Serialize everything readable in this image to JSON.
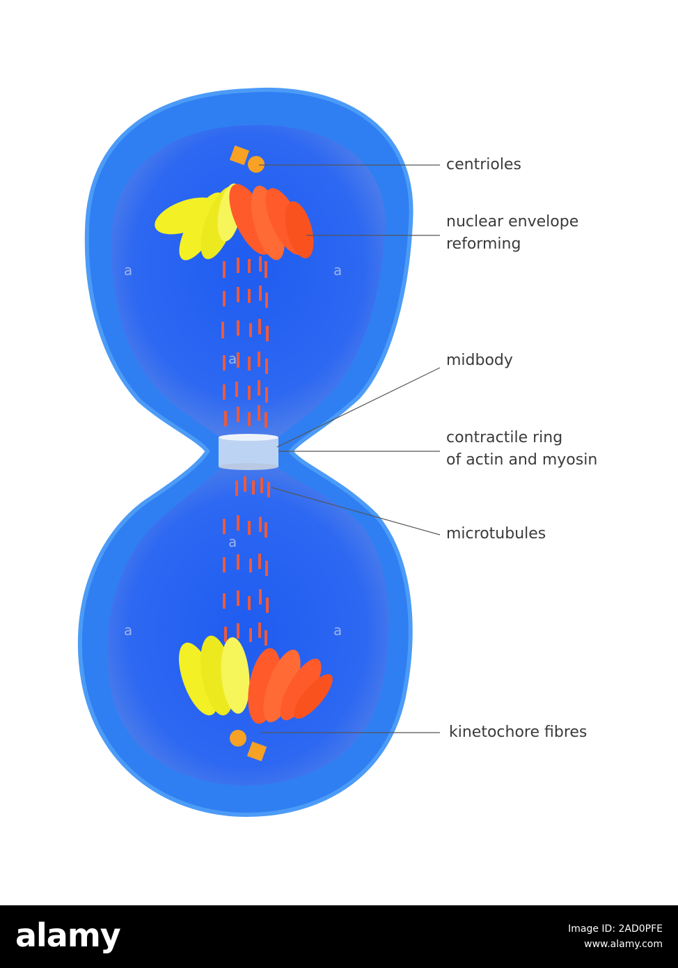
{
  "labels": {
    "centrioles": "centrioles",
    "nuclear_envelope_line1": "nuclear envelope",
    "nuclear_envelope_line2": "reforming",
    "midbody": "midbody",
    "contractile_ring_line1": "contractile ring",
    "contractile_ring_line2": "of actin and myosin",
    "microtubules": "microtubules",
    "kinetochore_fibres": "kinetochore fibres"
  },
  "cell_marks": [
    "a",
    "a",
    "a",
    "a",
    "a",
    "a"
  ],
  "colors": {
    "cell": "#1f5fe8",
    "cell_rim": "#3a8ff5",
    "chromatid_yellow": "#f3f026",
    "chromatid_red": "#ff5a2a",
    "centriole": "#f7a224",
    "microtubule": "#ee5a3a",
    "ring": "#c8d8f0"
  },
  "footer": {
    "logo": "alamy",
    "image_id": "Image ID: 2AD0PFE",
    "site": "www.alamy.com"
  }
}
